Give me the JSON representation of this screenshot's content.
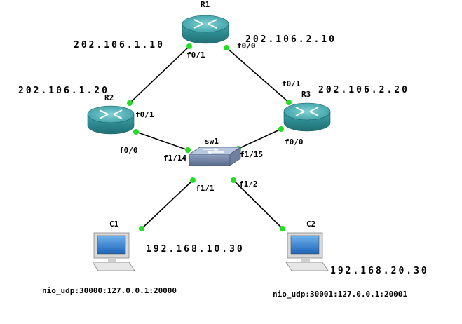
{
  "nodes": {
    "r1": {
      "label": "R1",
      "type": "router"
    },
    "r2": {
      "label": "R2",
      "type": "router"
    },
    "r3": {
      "label": "R3",
      "type": "router"
    },
    "sw1": {
      "label": "sw1",
      "type": "switch"
    },
    "c1": {
      "label": "C1",
      "type": "host"
    },
    "c2": {
      "label": "C2",
      "type": "host"
    }
  },
  "ports": {
    "r1_f01": "f0/1",
    "r1_f00": "f0/0",
    "r2_f01": "f0/1",
    "r2_f00": "f0/0",
    "r3_f01": "f0/1",
    "r3_f00": "f0/0",
    "sw_f114": "f1/14",
    "sw_f115": "f1/15",
    "sw_f11": "f1/1",
    "sw_f12": "f1/2"
  },
  "addresses": {
    "r1_left": "202.106.1.10",
    "r1_right": "202.106.2.10",
    "r2": "202.106.1.20",
    "r3": "202.106.2.20",
    "c1": "192.168.10.30",
    "c2": "192.168.20.30"
  },
  "nio": {
    "c1": "nio_udp:30000:127.0.0.1:20000",
    "c2": "nio_udp:30001:127.0.0.1:20001"
  },
  "colors": {
    "router_top": "#4fb3b8",
    "router_side": "#2f8a90",
    "switch_top": "#a9b9d4",
    "link_dot": "#22dd22",
    "link_line": "#000000"
  }
}
